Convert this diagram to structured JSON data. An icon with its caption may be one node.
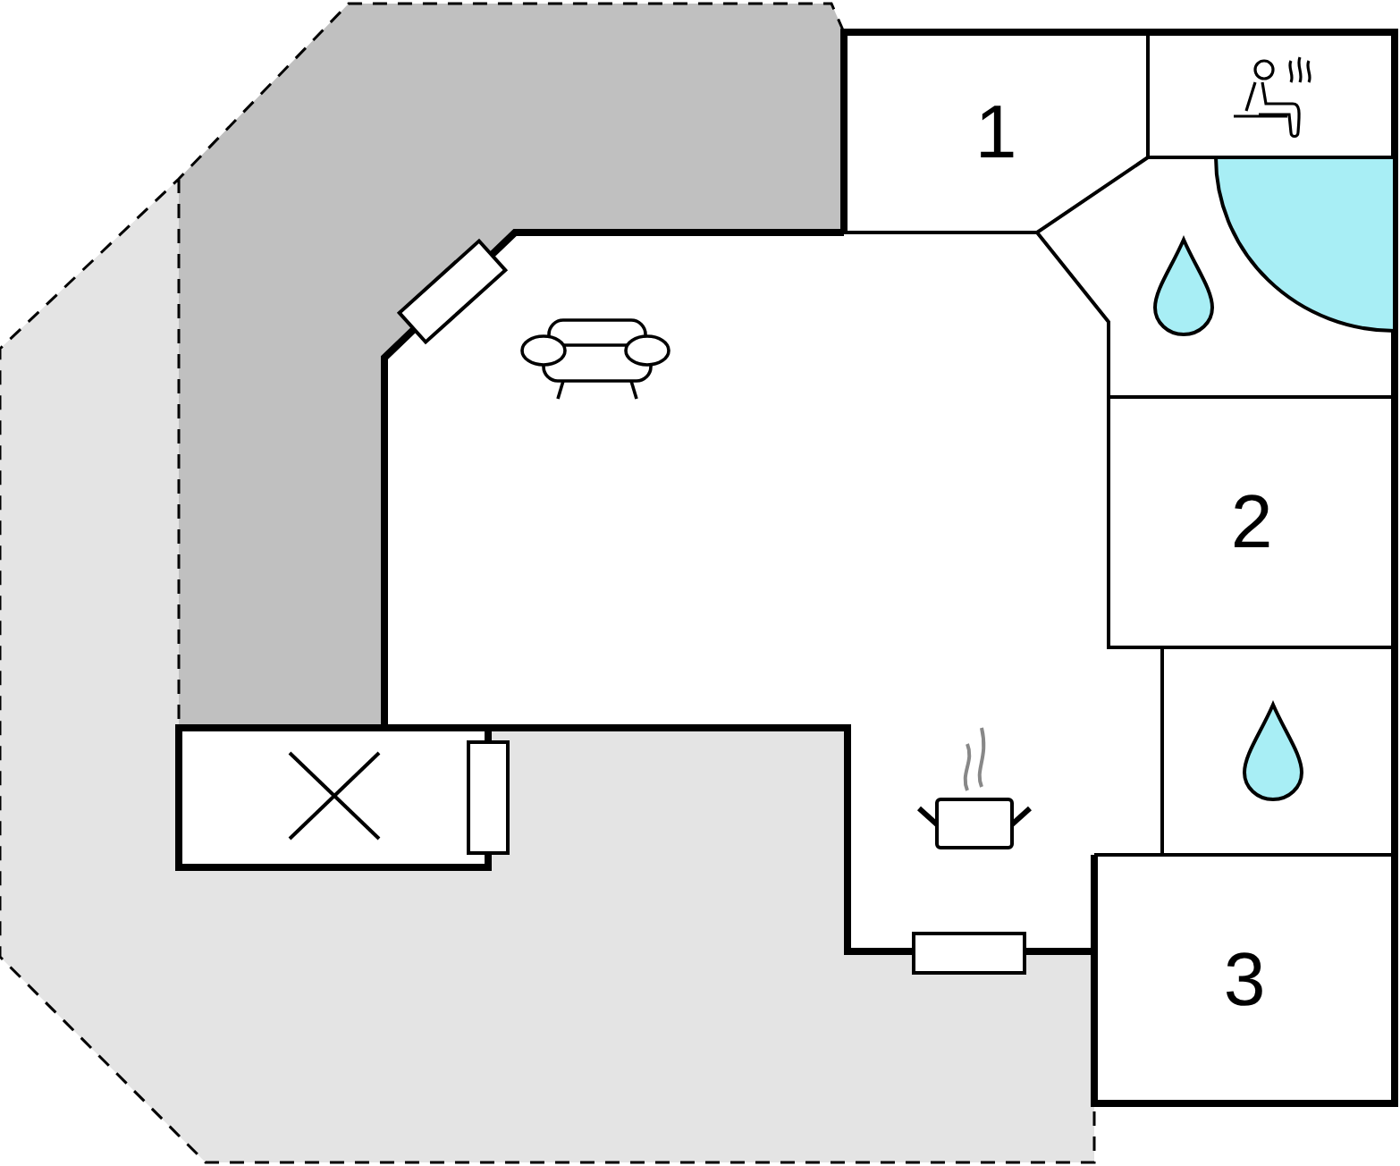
{
  "diagram": {
    "nodes": [
      {
        "text": [
          "1"
        ]
      },
      {
        "text": [
          "2"
        ]
      },
      {
        "text": [
          "3"
        ]
      },
      {
        "text": [],
        "shape": "pool"
      }
    ]
  }
}
